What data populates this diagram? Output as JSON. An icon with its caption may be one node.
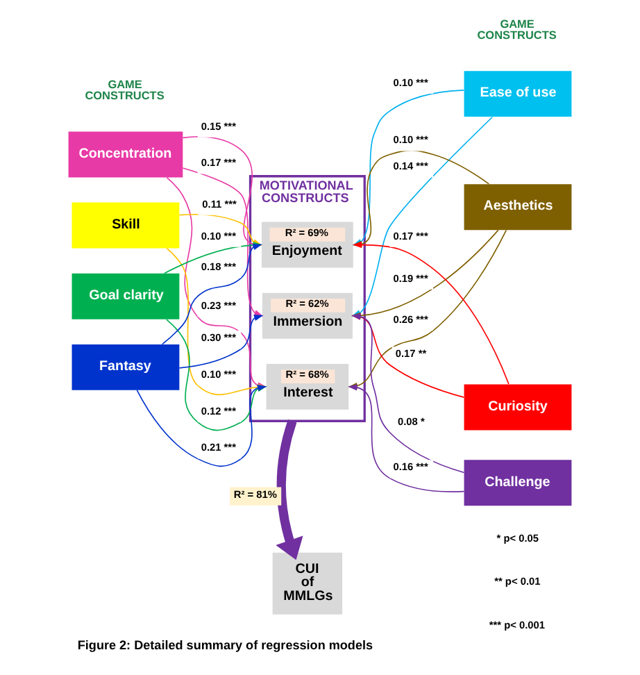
{
  "diagram": {
    "caption": "Figure 2: Detailed summary of regression models",
    "nodes": [
      {
        "text": [
          "Concentration"
        ]
      },
      {
        "text": [
          "Skill"
        ]
      },
      {
        "text": [
          "Goal clarity"
        ]
      },
      {
        "text": [
          "Fantasy"
        ]
      },
      {
        "text": [
          "MOTIVATIONAL CONSTRUCTS"
        ]
      },
      {
        "text": [
          "R² = 69%",
          "Enjoyment"
        ],
        "in": 4
      },
      {
        "text": [
          "R² = 62%",
          "Immersion"
        ],
        "in": 4
      },
      {
        "text": [
          "R² = 68%",
          "Interest"
        ],
        "in": 4
      },
      {
        "text": [
          "Ease of use"
        ]
      },
      {
        "text": [
          "Aesthetics"
        ]
      },
      {
        "text": [
          "Curiosity"
        ]
      },
      {
        "text": [
          "Challenge"
        ]
      },
      {
        "text": [
          "CUI of MMLGs"
        ]
      }
    ],
    "edges": [
      {
        "from": 0,
        "to": 5,
        "arrow": "to",
        "label": "0.15 ***",
        "color": "#e83aa6"
      },
      {
        "from": 0,
        "to": 6,
        "arrow": "to",
        "label": "0.17 ***",
        "color": "#e83aa6"
      },
      {
        "from": 0,
        "to": 7,
        "arrow": "to",
        "label": "0.23 ***",
        "color": "#e83aa6"
      },
      {
        "from": 1,
        "to": 5,
        "arrow": "to",
        "label": "0.11 ***",
        "color": "#ffc000"
      },
      {
        "from": 1,
        "to": 7,
        "arrow": "to",
        "label": "0.10 ***",
        "color": "#ffc000"
      },
      {
        "from": 2,
        "to": 5,
        "arrow": "to",
        "label": "0.10 ***",
        "color": "#00b050"
      },
      {
        "from": 2,
        "to": 7,
        "arrow": "to",
        "label": "0.12 ***",
        "color": "#00b050"
      },
      {
        "from": 3,
        "to": 5,
        "arrow": "to",
        "label": "0.18 ***",
        "color": "#0033cc"
      },
      {
        "from": 3,
        "to": 6,
        "arrow": "to",
        "label": "0.30 ***",
        "color": "#0033cc"
      },
      {
        "from": 3,
        "to": 7,
        "arrow": "to",
        "label": "0.21 ***",
        "color": "#0033cc"
      },
      {
        "from": 8,
        "to": 5,
        "arrow": "to",
        "label": "0.10 ***",
        "color": "#00b0f0"
      },
      {
        "from": 8,
        "to": 6,
        "arrow": "to",
        "label": "0.14 ***",
        "color": "#00b0f0"
      },
      {
        "from": 9,
        "to": 5,
        "arrow": "to",
        "label": "0.10 ***",
        "color": "#7f6000"
      },
      {
        "from": 9,
        "to": 6,
        "arrow": "to",
        "label": "0.19 ***",
        "color": "#7f6000"
      },
      {
        "from": 9,
        "to": 7,
        "arrow": "to",
        "label": "0.26 ***",
        "color": "#7f6000"
      },
      {
        "from": 10,
        "to": 5,
        "arrow": "to",
        "label": "0.17 ***",
        "color": "#ff0000"
      },
      {
        "from": 10,
        "to": 6,
        "arrow": "to",
        "label": "0.17 **",
        "color": "#ff0000"
      },
      {
        "from": 11,
        "to": 6,
        "arrow": "to",
        "label": "0.08 *",
        "color": "#7030a0"
      },
      {
        "from": 11,
        "to": 7,
        "arrow": "to",
        "label": "0.16 ***",
        "color": "#7030a0"
      },
      {
        "from": 4,
        "to": 12,
        "arrow": "to",
        "label": "R² = 81%",
        "style": "thick",
        "color": "#7030a0"
      }
    ],
    "labels": [
      "GAME CONSTRUCTS",
      "GAME CONSTRUCTS",
      "* p< 0.05",
      "** p< 0.01",
      "*** p< 0.001"
    ]
  }
}
